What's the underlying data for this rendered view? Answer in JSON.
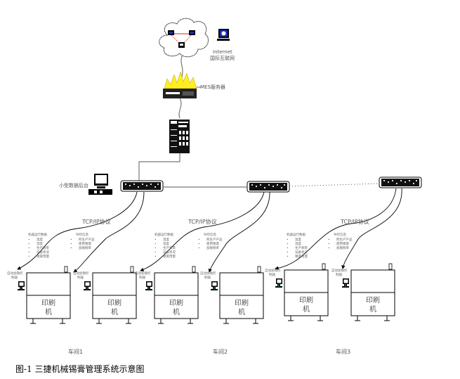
{
  "internet": {
    "label_en": "Internet",
    "label_cn": "国际互联网"
  },
  "mes_server": {
    "label": "MES服务器"
  },
  "backend": {
    "label": "小型数据后台"
  },
  "protocol_label": "TCP/IP协议",
  "machine_data": {
    "title": "机器运行数据",
    "items": [
      "温度",
      "湿度",
      "生产频率",
      "设备状况",
      "锡膏用量"
    ]
  },
  "control_info": {
    "title": "导控信息",
    "items": [
      "所生产产品",
      "使用锡膏",
      "加锡频率"
    ]
  },
  "controller_label": [
    "自动加锡控",
    "制器"
  ],
  "printer_label": [
    "印刷",
    "机"
  ],
  "workshops": [
    "车间1",
    "车间2",
    "车间3"
  ],
  "caption": "图-1 三捷机械锡膏管理系统示意图",
  "colors": {
    "firewall": "#ffee22",
    "network_link": "#dd2222",
    "screen": "#1a2fc0"
  }
}
